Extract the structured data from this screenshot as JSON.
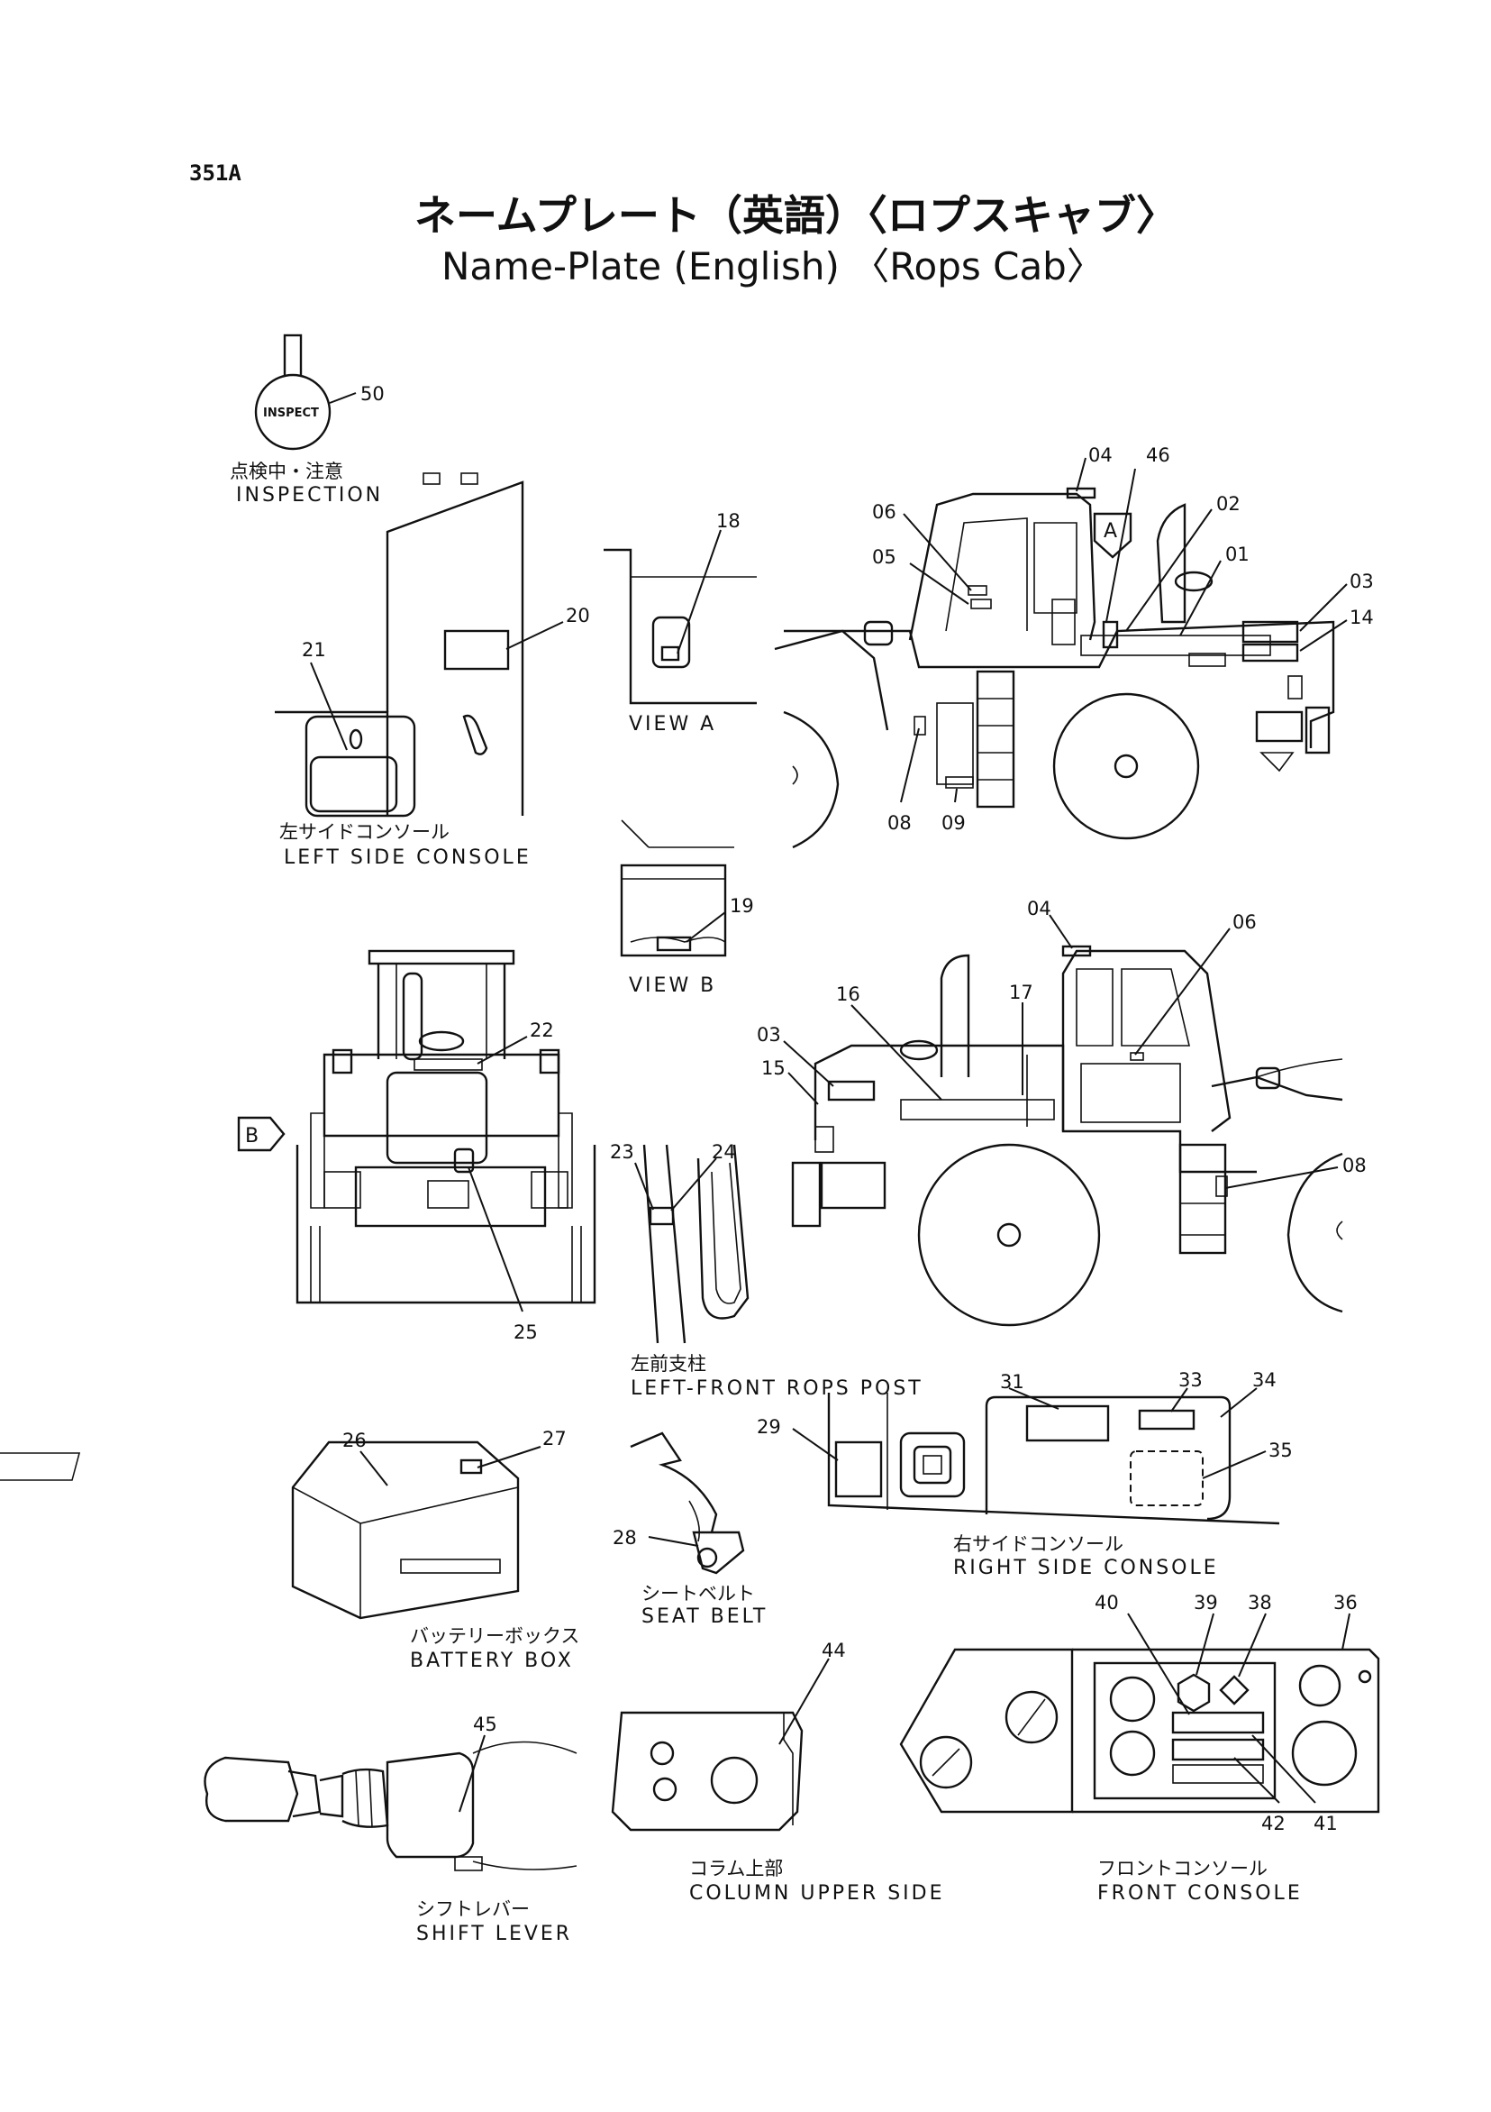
{
  "page_code": "351A",
  "title_jp": "ネームプレート（英語）〈ロプスキャブ〉",
  "title_en": "Name-Plate (English) 〈Rops Cab〉",
  "views": {
    "inspection": {
      "label_jp": "点検中・注意",
      "label_en": "INSPECTION",
      "badge": "INSPECT"
    },
    "left_console": {
      "label_jp": "左サイドコンソール",
      "label_en": "LEFT SIDE CONSOLE"
    },
    "view_a": {
      "label": "VIEW A",
      "marker": "A"
    },
    "view_b": {
      "label": "VIEW B",
      "marker": "B"
    },
    "rops_post": {
      "label_jp": "左前支柱",
      "label_en": "LEFT-FRONT ROPS POST"
    },
    "right_console": {
      "label_jp": "右サイドコンソール",
      "label_en": "RIGHT SIDE CONSOLE"
    },
    "battery_box": {
      "label_jp": "バッテリーボックス",
      "label_en": "BATTERY BOX"
    },
    "seat_belt": {
      "label_jp": "シートベルト",
      "label_en": "SEAT BELT"
    },
    "column": {
      "label_jp": "コラム上部",
      "label_en": "COLUMN UPPER SIDE"
    },
    "front_console": {
      "label_jp": "フロントコンソール",
      "label_en": "FRONT CONSOLE"
    },
    "shift_lever": {
      "label_jp": "シフトレバー",
      "label_en": "SHIFT LEVER"
    }
  },
  "callouts": {
    "c50": "50",
    "c20": "20",
    "c21": "21",
    "c18": "18",
    "c04a": "04",
    "c46": "46",
    "c02": "02",
    "c06a": "06",
    "c05": "05",
    "c01": "01",
    "c03a": "03",
    "c14": "14",
    "c08a": "08",
    "c09": "09",
    "c19": "19",
    "c04b": "04",
    "c06b": "06",
    "c16": "16",
    "c17": "17",
    "c03b": "03",
    "c15": "15",
    "c22": "22",
    "c23": "23",
    "c24": "24",
    "c25": "25",
    "c08b": "08",
    "c31": "31",
    "c33": "33",
    "c34": "34",
    "c29": "29",
    "c35": "35",
    "c26": "26",
    "c27": "27",
    "c28": "28",
    "c44": "44",
    "c40": "40",
    "c39": "39",
    "c38": "38",
    "c36": "36",
    "c42": "42",
    "c41": "41",
    "c45": "45"
  }
}
